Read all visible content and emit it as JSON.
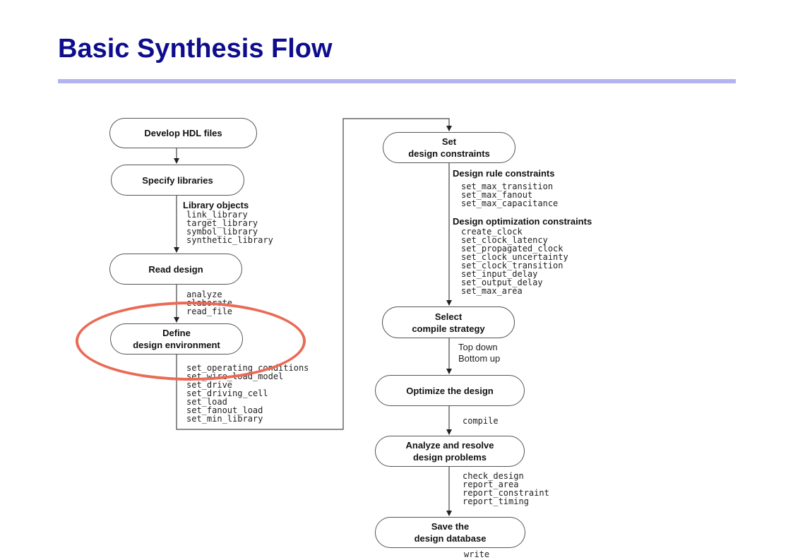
{
  "title": "Basic Synthesis Flow",
  "steps": {
    "develop_hdl": "Develop HDL files",
    "specify_libraries": "Specify libraries",
    "read_design": "Read design",
    "define_env": [
      "Define",
      "design environment"
    ],
    "set_constraints": [
      "Set",
      "design constraints"
    ],
    "select_strategy": [
      "Select",
      "compile strategy"
    ],
    "optimize": "Optimize the design",
    "analyze": [
      "Analyze and resolve",
      "design problems"
    ],
    "save": [
      "Save the",
      "design database"
    ]
  },
  "library_objects": {
    "heading": "Library objects",
    "commands": [
      "link_library",
      "target_library",
      "symbol_library",
      "synthetic_library"
    ]
  },
  "read_commands": [
    "analyze",
    "elaborate",
    "read_file"
  ],
  "environment_commands": [
    "set_operating_conditions",
    "set_wire_load_model",
    "set_drive",
    "set_driving_cell",
    "set_load",
    "set_fanout_load",
    "set_min_library"
  ],
  "design_rule": {
    "heading": "Design rule constraints",
    "commands": [
      "set_max_transition",
      "set_max_fanout",
      "set_max_capacitance"
    ]
  },
  "design_opt": {
    "heading": "Design optimization constraints",
    "commands": [
      "create_clock",
      "set_clock_latency",
      "set_propagated_clock",
      "set_clock_uncertainty",
      "set_clock_transition",
      "set_input_delay",
      "set_output_delay",
      "set_max_area"
    ]
  },
  "strategies": [
    "Top down",
    "Bottom up"
  ],
  "optimize_command": "compile",
  "analyze_commands": [
    "check_design",
    "report_area",
    "report_constraint",
    "report_timing"
  ],
  "save_command": "write",
  "colors": {
    "title": "#0e0e8c",
    "rule": "#b3b3f0",
    "highlight": "#ea6a55"
  }
}
